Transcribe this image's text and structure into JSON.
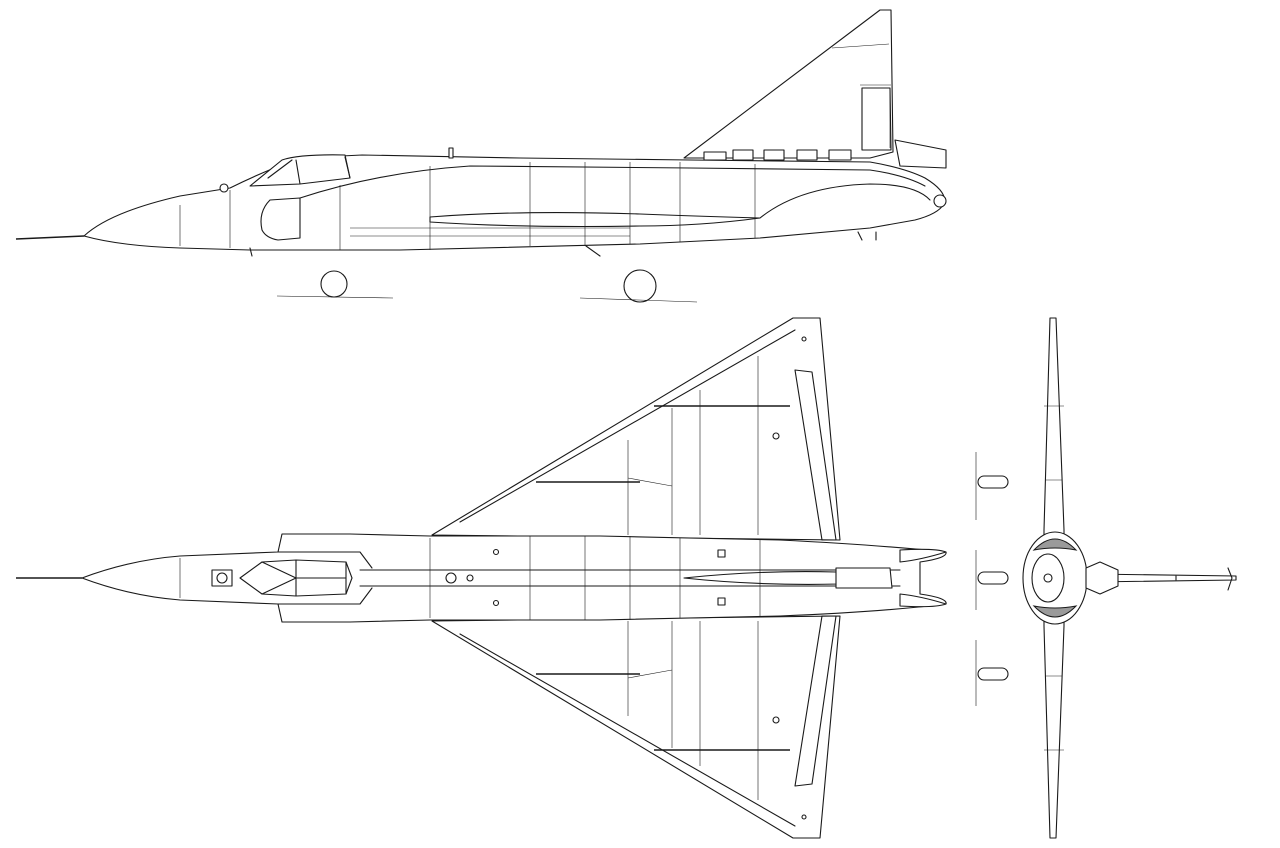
{
  "colors": {
    "line": "#1a1a1a",
    "shade": "#9a9a9a",
    "background": "#ffffff"
  },
  "views": {
    "side": {
      "name": "side-view"
    },
    "top": {
      "name": "top-view"
    },
    "front": {
      "name": "front-view"
    }
  }
}
